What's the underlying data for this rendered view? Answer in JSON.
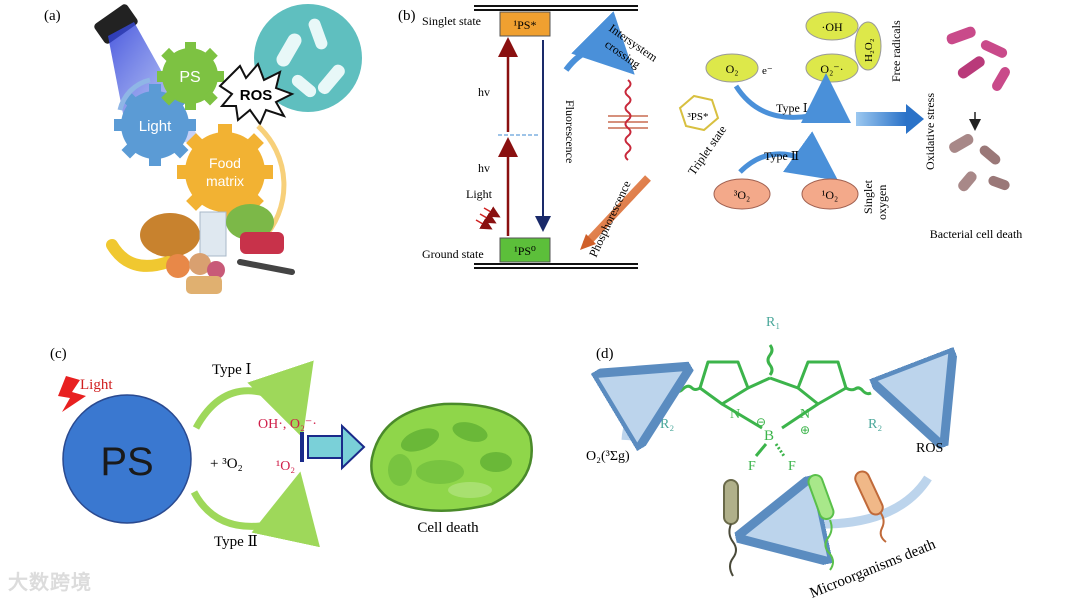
{
  "panels": {
    "a": {
      "label": "(a)",
      "gear_ps": "PS",
      "gear_light": "Light",
      "gear_food_1": "Food",
      "gear_food_2": "matrix",
      "ros": "ROS"
    },
    "b": {
      "label": "(b)",
      "singlet_state": "Singlet state",
      "ground_state": "Ground state",
      "singlet_ps": "¹PS*",
      "ground_ps": "¹PS⁰",
      "hv_upper": "hv",
      "hv_lower": "hv",
      "light": "Light",
      "fluorescence": "Fluorescence",
      "isc_1": "Intersystem",
      "isc_2": "crossing",
      "phosphorescence": "Phosphorescence",
      "triplet_ps": "³PS*",
      "triplet_state": "Triplet state",
      "o2": "O₂",
      "electron": "e⁻",
      "type1": "Type Ⅰ",
      "type2": "Type Ⅱ",
      "oh": "·OH",
      "superoxide": "O₂⁻·",
      "h2o2": "H₂O₂",
      "free_radicals": "Free radicals",
      "triplet_o2": "³O₂",
      "singlet_o2": "¹O₂",
      "singlet_oxygen_1": "Singlet",
      "singlet_oxygen_2": "oxygen",
      "oxidative_stress": "Oxidative stress",
      "bacterial_death": "Bacterial cell death"
    },
    "c": {
      "label": "(c)",
      "light": "Light",
      "ps": "PS",
      "type1": "Type Ⅰ",
      "type2": "Type Ⅱ",
      "plus_o2": "+ ³O₂",
      "radicals": "OH·, O₂⁻·",
      "singlet_o2": "¹O₂",
      "cell_death": "Cell death"
    },
    "d": {
      "label": "(d)",
      "r1": "R₁",
      "r2_left": "R₂",
      "r2_right": "R₂",
      "n_left": "N",
      "n_right": "N",
      "boron": "B",
      "f_left": "F",
      "f_right": "F",
      "minus": "⊖",
      "plus": "⊕",
      "o2_ground": "O₂(³Σg)",
      "ros": "ROS",
      "microorganisms_death": "Microorganisms death"
    }
  },
  "watermark": "大数跨境",
  "colors": {
    "ps_gear": "#7dc242",
    "light_gear": "#5b9bd5",
    "food_gear": "#f2b233",
    "teal": "#5fbfbf",
    "orange_box": "#f0a030",
    "green_box": "#5cbf3a",
    "yellow_ellipse": "#dde84a",
    "salmon_ellipse": "#f3a98a",
    "blue_arrow": "#4a90d9",
    "ps_circle": "#3a78d0",
    "green_arc": "#9ed85a",
    "cell_green": "#8fd64a",
    "bodipy_green": "#3cb44b",
    "radical_red": "#d0204a",
    "teal_text": "#4aa79a"
  }
}
